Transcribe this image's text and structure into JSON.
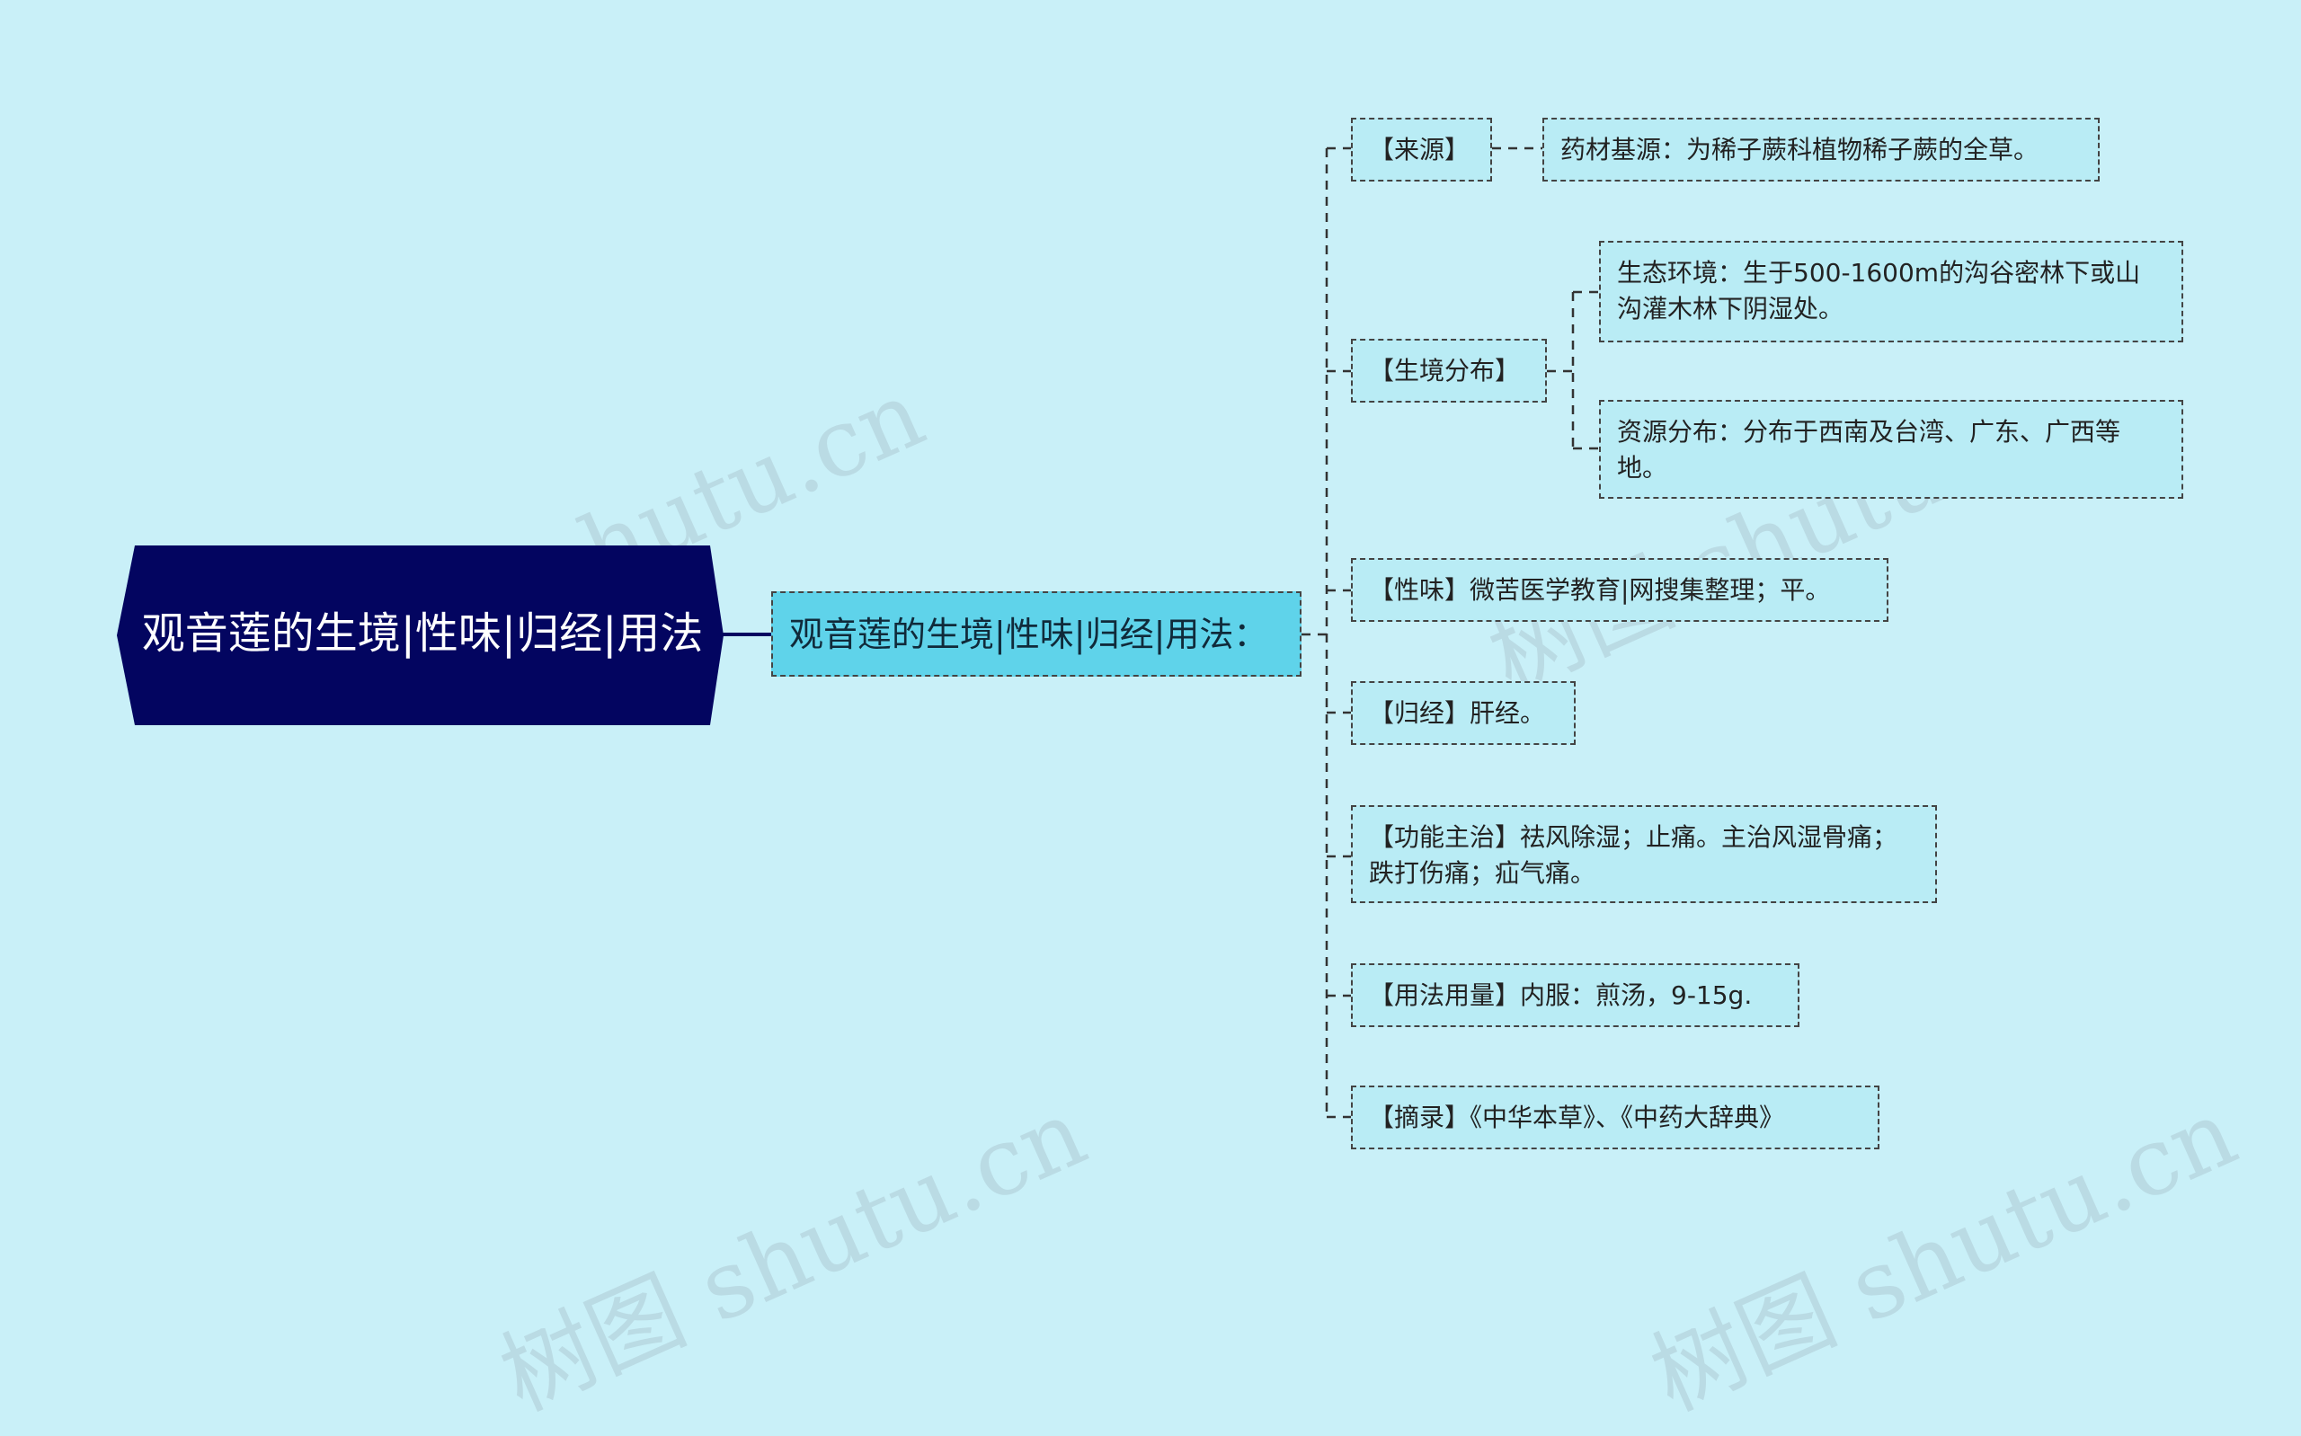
{
  "root": {
    "title": "观音莲的生境|性味|归经|用法"
  },
  "center": {
    "label": "观音莲的生境|性味|归经|用法："
  },
  "branches": [
    {
      "label": "【来源】",
      "children": [
        "药材基源：为稀子蕨科植物稀子蕨的全草。"
      ]
    },
    {
      "label": "【生境分布】",
      "children": [
        "生态环境：生于500-1600m的沟谷密林下或山沟灌木林下阴湿处。",
        "资源分布：分布于西南及台湾、广东、广西等地。"
      ]
    },
    {
      "label": "【性味】微苦医学教育|网搜集整理；平。"
    },
    {
      "label": "【归经】肝经。"
    },
    {
      "label": "【功能主治】祛风除湿；止痛。主治风湿骨痛；跌打伤痛；疝气痛。"
    },
    {
      "label": "【用法用量】内服：煎汤，9-15g."
    },
    {
      "label": "【摘录】《中华本草》、《中药大辞典》"
    }
  ],
  "watermark": "树图 shutu.cn",
  "colors": {
    "background": "#c9f0f8",
    "root": "#030560",
    "center": "#5fd3ea",
    "leaf": "#b9ecf5",
    "line": "#333333"
  }
}
